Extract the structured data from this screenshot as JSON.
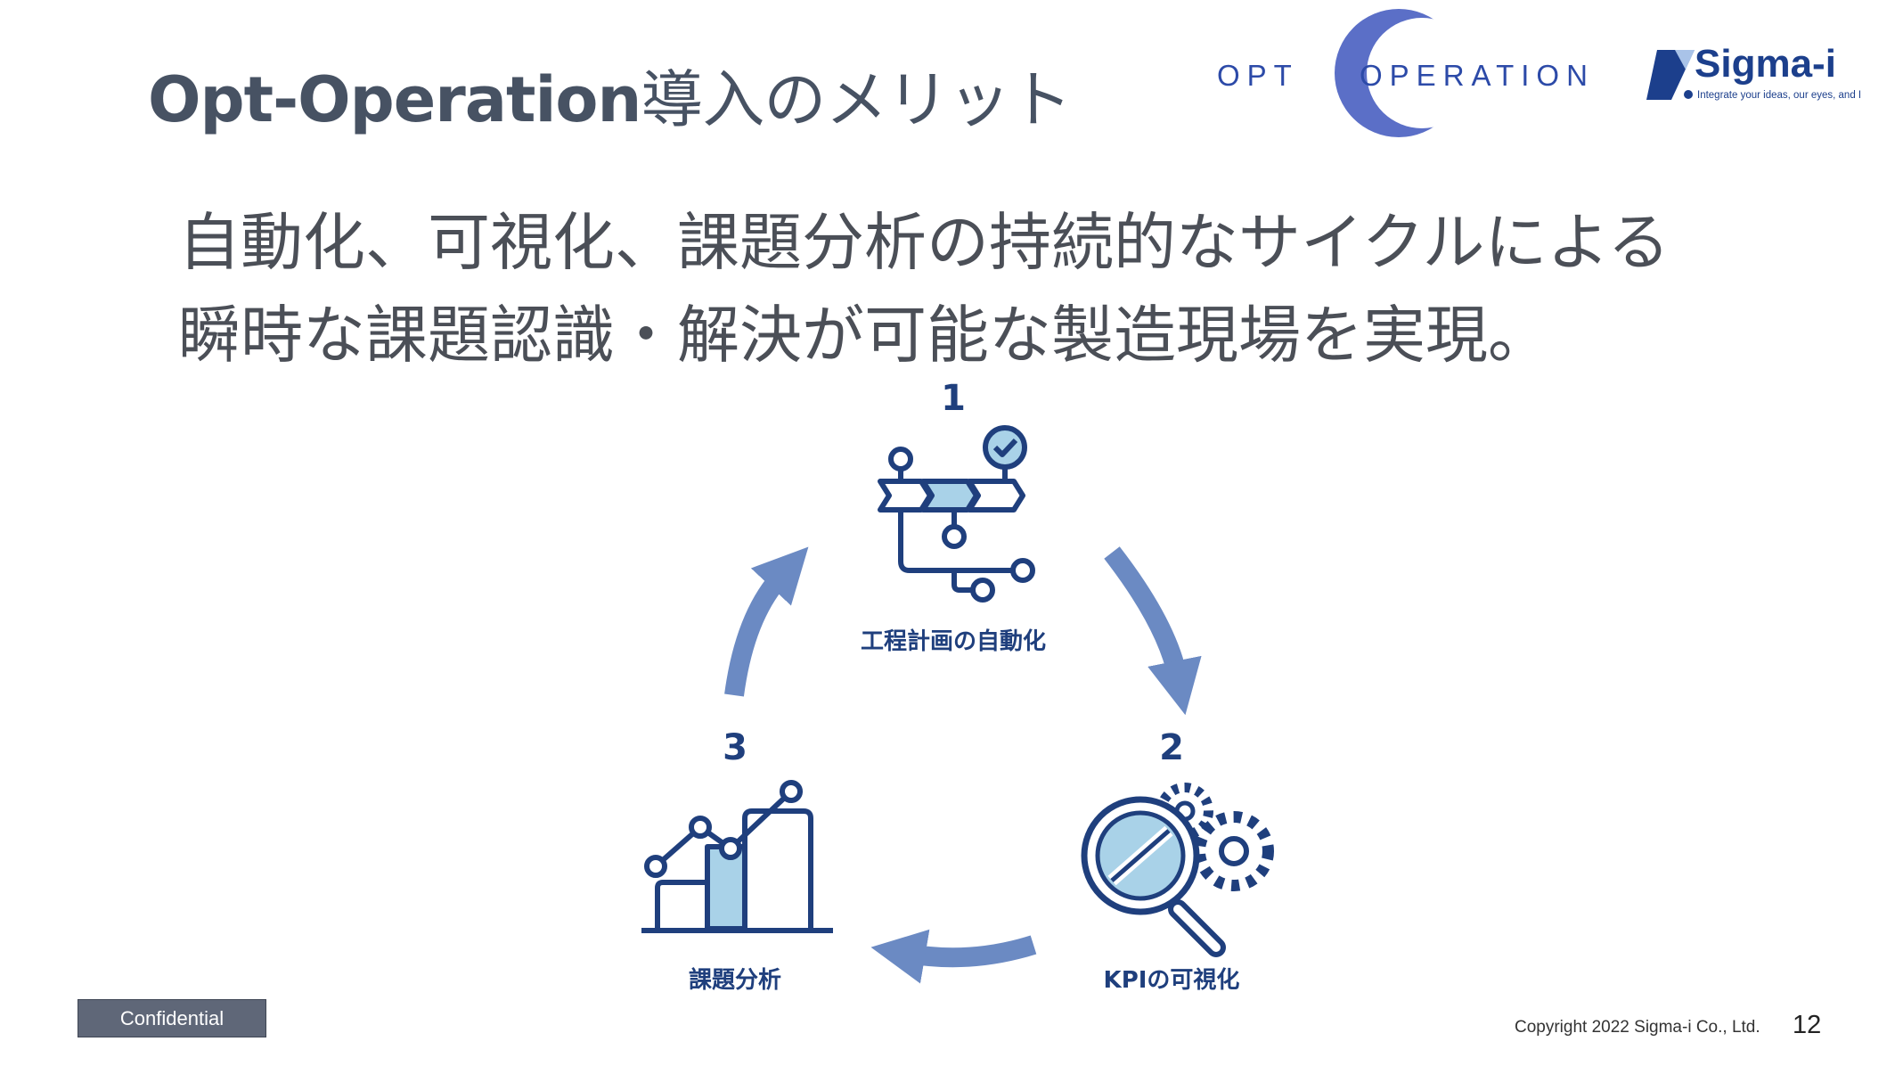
{
  "slide": {
    "title_prefix": "Opt-Operation",
    "title_suffix": "導入のメリット",
    "headline_line1": "自動化、可視化、課題分析の持続的なサイクルによる",
    "headline_line2": "瞬時な課題認識・解決が可能な製造現場を実現。",
    "page_number": "12",
    "copyright": "Copyright  2022 Sigma-i Co., Ltd.",
    "confidential": "Confidential"
  },
  "logos": {
    "opt_operation_left": "OPT",
    "opt_operation_right": "OPERATION",
    "sigma_name": "Sigma-i",
    "sigma_tagline": "Integrate your ideas, our eyes, and I"
  },
  "cycle": {
    "steps": [
      {
        "number": "1",
        "label": "工程計画の自動化",
        "icon": "process-flow-icon"
      },
      {
        "number": "2",
        "label": "KPIの可視化",
        "icon": "magnifier-gears-icon"
      },
      {
        "number": "3",
        "label": "課題分析",
        "icon": "bar-chart-trend-icon"
      }
    ]
  },
  "colors": {
    "title": "#475263",
    "text": "#4b4f57",
    "accent_blue": "#1f3f7d",
    "arrow": "#6b8ac3",
    "light_fill": "#a9d2e8",
    "confidential_bg": "#5f6778"
  }
}
